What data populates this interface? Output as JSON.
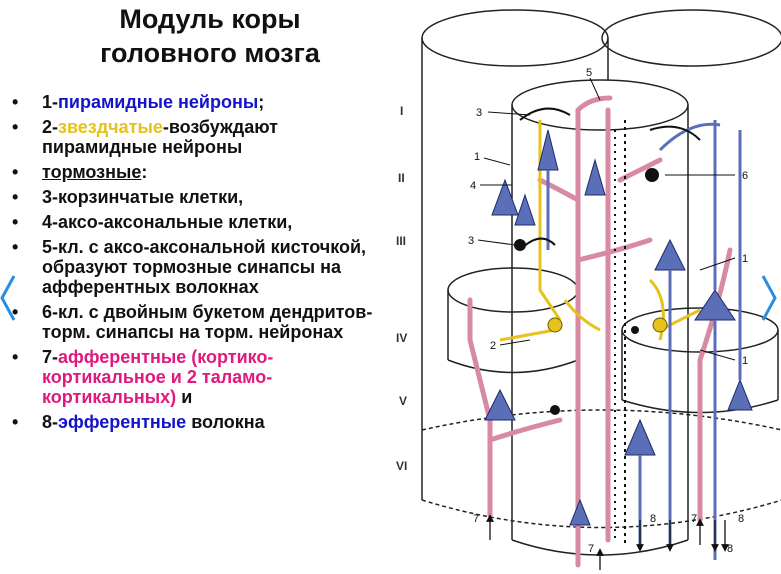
{
  "slide": {
    "title_line1": "Модуль коры",
    "title_line2": "головного мозга",
    "bullets": [
      {
        "parts": [
          {
            "t": "1-",
            "c": ""
          },
          {
            "t": "пирамидные нейроны",
            "c": "c-blue"
          },
          {
            "t": ";",
            "c": ""
          }
        ]
      },
      {
        "parts": [
          {
            "t": "2-",
            "c": ""
          },
          {
            "t": "звездчатые",
            "c": "c-yellow"
          },
          {
            "t": "-возбуждают пирамидные нейроны",
            "c": ""
          }
        ]
      },
      {
        "parts": [
          {
            "t": "тормозные",
            "c": "u"
          },
          {
            "t": ":",
            "c": ""
          }
        ]
      },
      {
        "parts": [
          {
            "t": "3-корзинчатые клетки,",
            "c": ""
          }
        ]
      },
      {
        "parts": [
          {
            "t": "4-аксо-аксональные клетки,",
            "c": ""
          }
        ]
      },
      {
        "parts": [
          {
            "t": "5-кл. с аксо-аксональной кисточкой, образуют тормозные синапсы на афферентных волокнах",
            "c": ""
          }
        ]
      },
      {
        "parts": [
          {
            "t": "6-кл. с двойным букетом дендритов-торм. синапсы на торм. нейронах",
            "c": ""
          }
        ]
      },
      {
        "parts": [
          {
            "t": "7-",
            "c": ""
          },
          {
            "t": "афферентные (кортико-кортикальное и 2 таламо-кортикальных)",
            "c": "c-pink"
          },
          {
            "t": "  и",
            "c": ""
          }
        ]
      },
      {
        "parts": [
          {
            "t": "8-",
            "c": ""
          },
          {
            "t": "эфферентные",
            "c": "c-blue"
          },
          {
            "t": " волокна",
            "c": ""
          }
        ]
      }
    ]
  },
  "figure": {
    "layers": [
      "I",
      "II",
      "III",
      "IV",
      "V",
      "VI"
    ],
    "numbers": {
      "n5": "5",
      "n3a": "3",
      "n1a": "1",
      "n4": "4",
      "n3b": "3",
      "n6": "6",
      "n1b": "1",
      "n2": "2",
      "n1c": "1",
      "n7a": "7",
      "n8a": "8",
      "n7b": "7",
      "n8b": "8",
      "n7c": "7",
      "n8c": "8"
    }
  },
  "nav": {
    "prev_icon": "chevron-left-icon",
    "next_icon": "chevron-right-icon"
  },
  "colors": {
    "blue": "#1414c8",
    "yellow": "#e6c21a",
    "pink": "#e0197d",
    "neuron_blue": "#5b6fb8",
    "fiber_pink": "#d98aa3"
  }
}
